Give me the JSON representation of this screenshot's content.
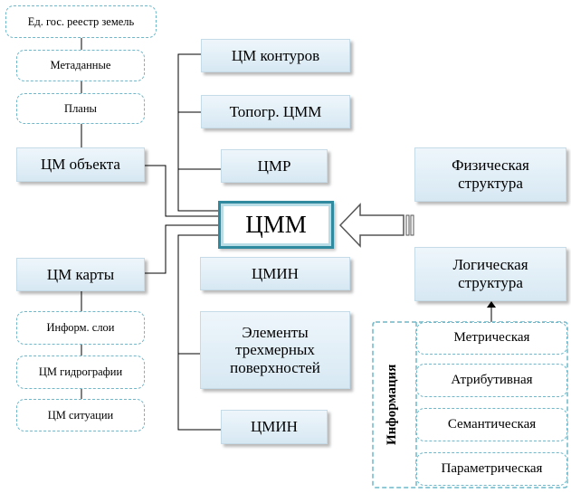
{
  "left_column": {
    "registry": "Ед. гос. реестр земель",
    "metadata": "Метаданные",
    "plans": "Планы",
    "object_model": "ЦМ объекта",
    "map_model": "ЦМ карты",
    "info_layers": "Информ. слои",
    "hydrography": "ЦМ гидрографии",
    "situation": "ЦМ ситуации"
  },
  "middle_column": {
    "contours": "ЦМ контуров",
    "topo": "Топогр. ЦММ",
    "cmr": "ЦМР",
    "center": "ЦММ",
    "cmin_1": "ЦМИН",
    "surfaces": "Элементы трехмерных поверхностей",
    "cmin_2": "ЦМИН"
  },
  "right_column": {
    "physical": "Физическая структура",
    "logical": "Логическая структура",
    "info_label": "Информация",
    "metric": "Метрическая",
    "attributive": "Атрибутивная",
    "semantic": "Семантическая",
    "parametric": "Параметрическая"
  }
}
